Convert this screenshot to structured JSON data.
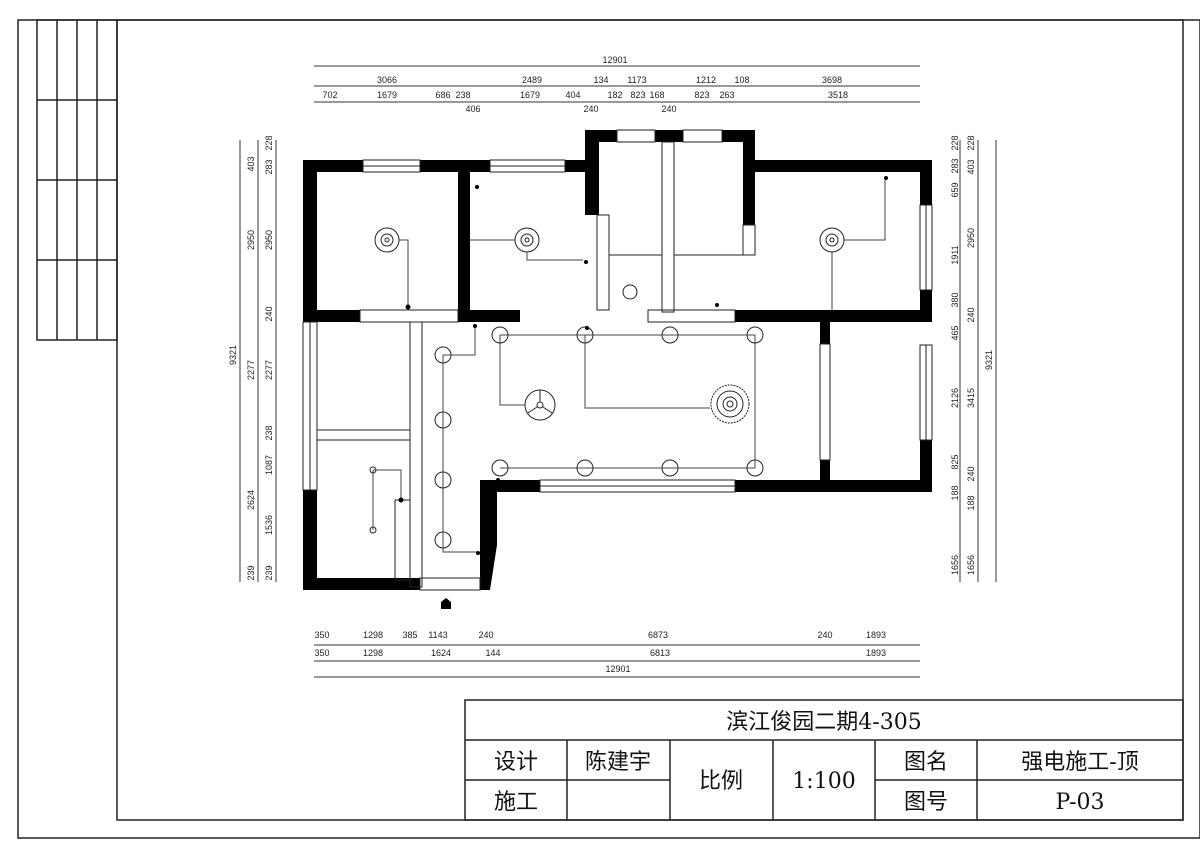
{
  "title_block": {
    "project": "滨江俊园二期4-305",
    "design_label": "设计",
    "designer": "陈建宇",
    "construction_label": "施工",
    "construction_value": "",
    "scale_label": "比例",
    "scale": "1:100",
    "drawing_name_label": "图名",
    "drawing_name": "强电施工-顶",
    "drawing_no_label": "图号",
    "drawing_no": "P-03"
  },
  "dimensions": {
    "top_total": [
      "12901"
    ],
    "top_row2": [
      "3066",
      "2489",
      "134",
      "1173",
      "1212",
      "108",
      "3698"
    ],
    "top_row3": [
      "702",
      "1679",
      "686",
      "238",
      "406",
      "1679",
      "404",
      "240",
      "182",
      "823",
      "168",
      "240",
      "823",
      "263",
      "3518"
    ],
    "bottom_row1": [
      "350",
      "1298",
      "385",
      "1143",
      "240",
      "6873",
      "240",
      "1893"
    ],
    "bottom_row2": [
      "350",
      "1298",
      "1624",
      "144",
      "6813",
      "1893"
    ],
    "bottom_total": [
      "12901"
    ],
    "left_total": [
      "9321"
    ],
    "left_col2": [
      "403",
      "2950",
      "2277",
      "2624",
      "239"
    ],
    "left_col3": [
      "228",
      "283",
      "2950",
      "240",
      "2277",
      "238",
      "1087",
      "1536",
      "239"
    ],
    "right_col1": [
      "228",
      "283",
      "659",
      "1911",
      "380",
      "465",
      "2126",
      "825",
      "188",
      "1656"
    ],
    "right_col2": [
      "228",
      "403",
      "2950",
      "240",
      "3415",
      "240",
      "188",
      "1656"
    ],
    "right_total": [
      "9321"
    ]
  },
  "colors": {
    "wall": "#000000",
    "line": "#333333",
    "background": "#ffffff"
  }
}
